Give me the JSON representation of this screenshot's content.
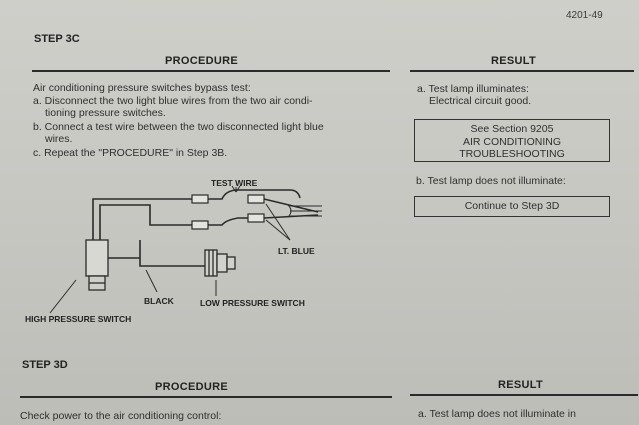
{
  "page_number": "4201-49",
  "step3c": {
    "title": "STEP 3C",
    "procedure_header": "PROCEDURE",
    "result_header": "RESULT",
    "procedure_lines": [
      "Air conditioning pressure switches bypass test:",
      "a. Disconnect the two light blue wires from the two air condi-",
      "tioning pressure switches.",
      "b. Connect a test wire between the two disconnected light blue",
      "wires.",
      "c. Repeat the \"PROCEDURE\" in Step 3B."
    ],
    "result_a_lines": [
      "a. Test lamp illuminates:",
      "Electrical circuit good."
    ],
    "result_a_box": [
      "See Section 9205",
      "AIR CONDITIONING",
      "TROUBLESHOOTING"
    ],
    "result_b_line": "b. Test lamp does not illuminate:",
    "result_b_box": "Continue to Step 3D"
  },
  "diagram": {
    "test_wire": "TEST WIRE",
    "lt_blue": "LT. BLUE",
    "black": "BLACK",
    "low_pressure_switch": "LOW PRESSURE SWITCH",
    "high_pressure_switch": "HIGH PRESSURE SWITCH"
  },
  "step3d": {
    "title": "STEP 3D",
    "procedure_header": "PROCEDURE",
    "result_header": "RESULT",
    "procedure_line": "Check power to the air conditioning control:",
    "result_line": "a. Test lamp does not illuminate in"
  }
}
